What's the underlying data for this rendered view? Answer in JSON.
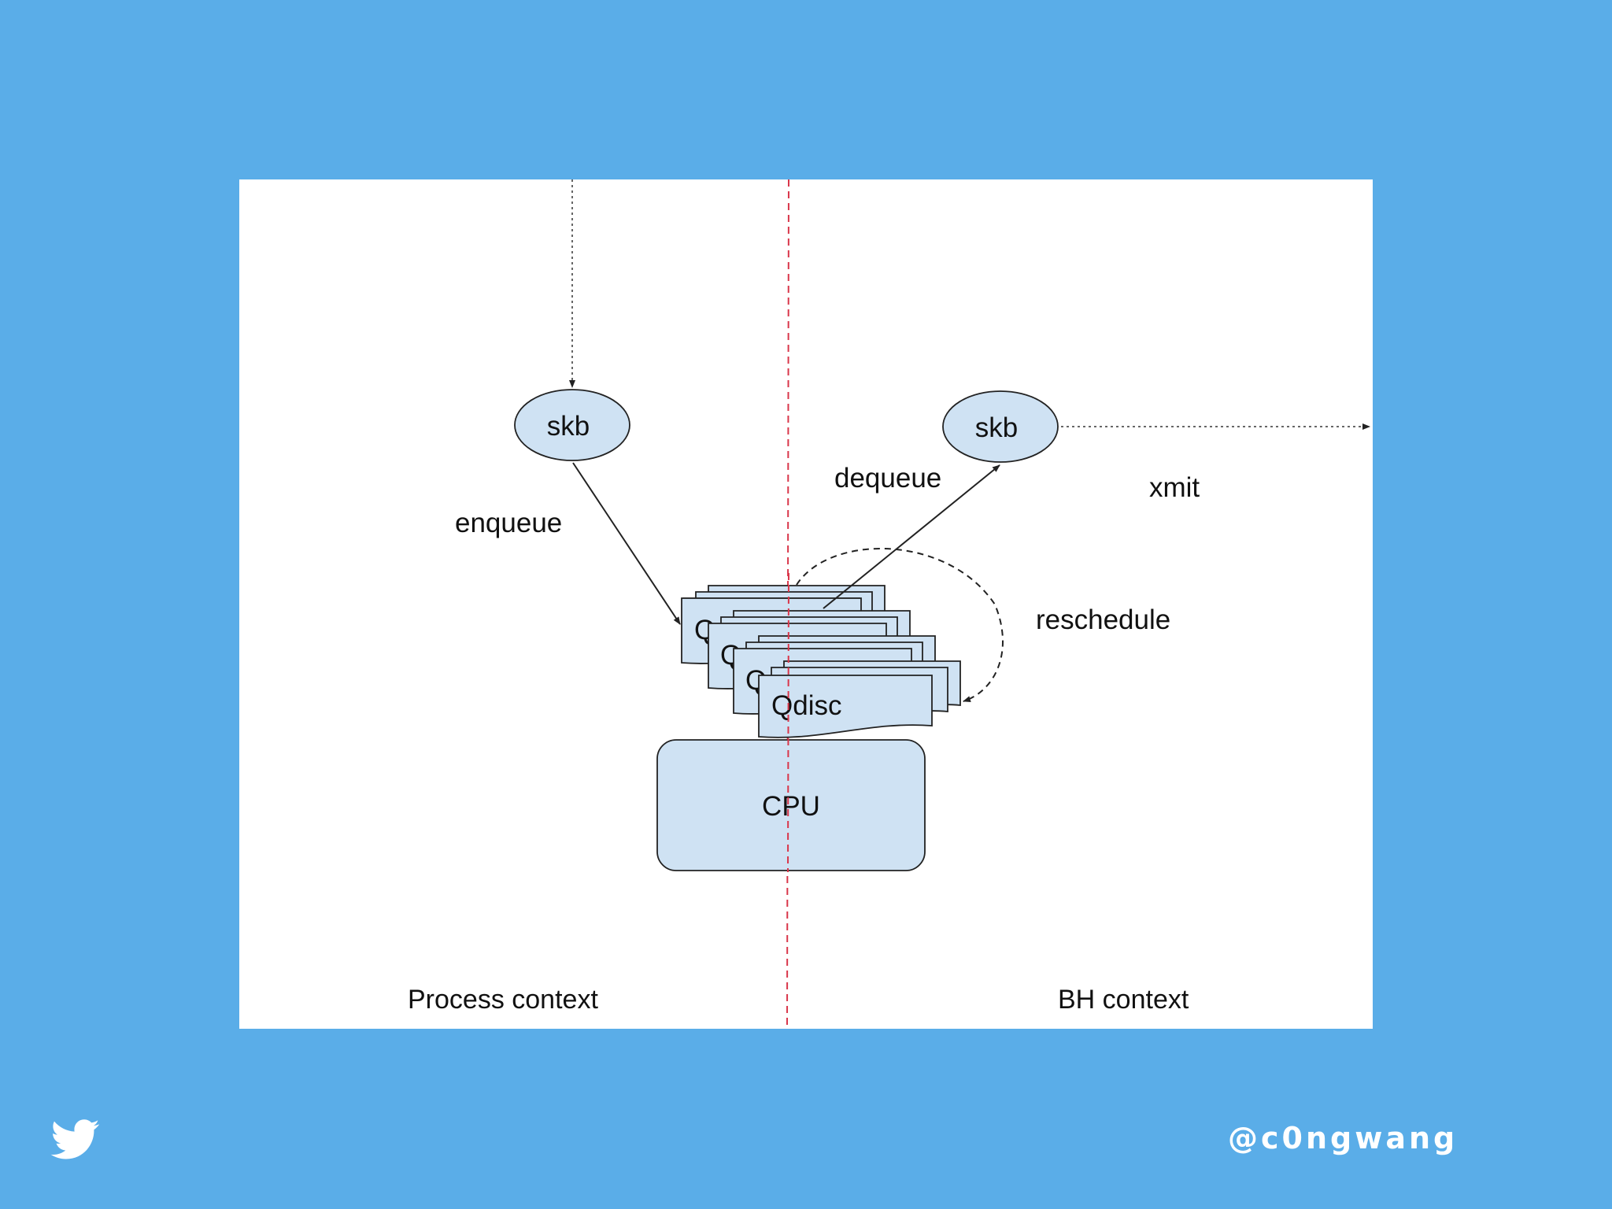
{
  "diagram": {
    "nodes": {
      "skb_left": "skb",
      "skb_right": "skb",
      "qdisc_peek_1": "Q",
      "qdisc_peek_2": "Q",
      "qdisc_peek_3": "Q",
      "qdisc_front": "Qdisc",
      "cpu": "CPU"
    },
    "edges": {
      "enqueue": "enqueue",
      "dequeue": "dequeue",
      "reschedule": "reschedule",
      "xmit": "xmit"
    },
    "regions": {
      "left": "Process context",
      "right": "BH context"
    },
    "colors": {
      "node_fill": "#cfe2f3",
      "divider": "#d9364a",
      "background": "#5aade8"
    }
  },
  "footer": {
    "icon": "twitter-bird-icon",
    "handle": "@c0ngwang"
  }
}
